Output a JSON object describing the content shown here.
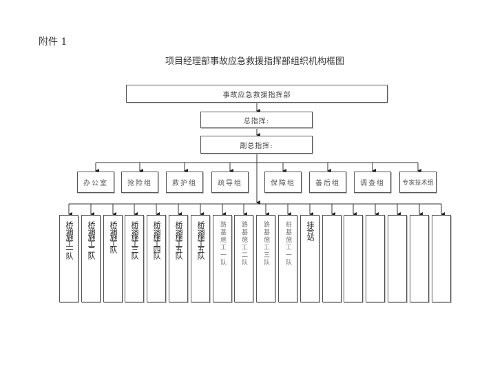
{
  "document": {
    "attachment_label": "附件 1",
    "title": "项目经理部事故应急救援指挥部组织机构框图"
  },
  "hierarchy": {
    "top": "事故应急救援指挥部",
    "commander": "总指挥:",
    "deputy_commander": "副总指挥:"
  },
  "groups": [
    "办公室",
    "抢险组",
    "救护组",
    "疏导组",
    "保障组",
    "善后组",
    "调查组",
    "专家技术组"
  ],
  "teams": [
    {
      "label": "桥涵施工一队",
      "style": "dense"
    },
    {
      "label": "桥涵施工二队",
      "style": "dense"
    },
    {
      "label": "桥涵施工队",
      "style": "dense"
    },
    {
      "label": "桥涵施工三队",
      "style": "dense"
    },
    {
      "label": "桥涵施工四队",
      "style": "dense"
    },
    {
      "label": "桥涵施工五队",
      "style": "dense"
    },
    {
      "label": "桥涵施工五队",
      "style": "dense"
    },
    {
      "label": "路基施工一队",
      "style": "light"
    },
    {
      "label": "路基施工二队",
      "style": "light"
    },
    {
      "label": "路基施工三队",
      "style": "light"
    },
    {
      "label": "桩基施工一队",
      "style": "light"
    },
    {
      "label": "拌合站",
      "style": "dense"
    },
    {
      "label": "",
      "style": "empty"
    },
    {
      "label": "",
      "style": "empty"
    },
    {
      "label": "",
      "style": "empty"
    },
    {
      "label": "",
      "style": "empty"
    },
    {
      "label": "",
      "style": "empty"
    },
    {
      "label": "",
      "style": "empty"
    }
  ]
}
